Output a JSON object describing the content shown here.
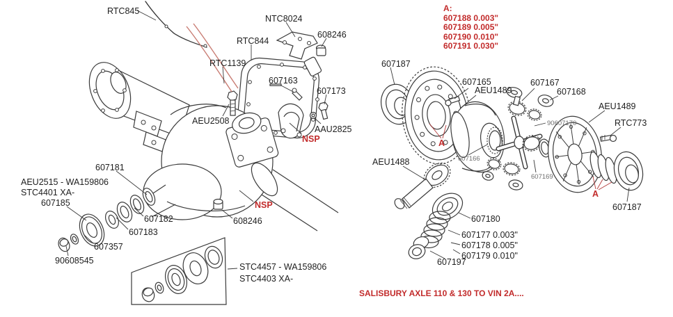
{
  "diagram_title": "Salisbury axle exploded parts diagram",
  "colors": {
    "ink": "#1e1e1e",
    "part_red": "#c22b2b",
    "leader_red": "#c87b72",
    "highlight_green": "#8fcb8f",
    "line": "#3a3a3a",
    "small_gray": "#6e6e6e",
    "background": "#ffffff"
  },
  "shim_chart_a": {
    "heading": "A:",
    "rows": [
      "607188 0.003\"",
      "607189 0.005\"",
      "607190 0.010\"",
      "607191 0.030\""
    ]
  },
  "footer": {
    "caption": "SALISBURY AXLE 110 & 130 TO VIN 2A...."
  },
  "labels": {
    "rtc845": "RTC845",
    "ntc8024": "NTC8024",
    "p608246_top": "608246",
    "rtc844": "RTC844",
    "rtc1139": "RTC1139",
    "p607163": "607163",
    "p607173": "607173",
    "aau2825": "AAU2825",
    "nsp_cover": "NSP",
    "aeu2508": "AEU2508",
    "p607181": "607181",
    "aeu2515": "AEU2515 - WA159806",
    "stc4401": "STC4401 XA-",
    "p607185": "607185",
    "p607182": "607182",
    "p607183": "607183",
    "p607357": "607357",
    "p90608545": "90608545",
    "p608246_bottom": "608246",
    "nsp_housing": "NSP",
    "stc4457": "STC4457 - WA159806",
    "stc4403": "STC4403 XA-",
    "p607187_left": "607187",
    "p607165": "607165",
    "aeu1489_case": "AEU1489",
    "p607167": "607167",
    "p607168": "607168",
    "aeu1489_cover": "AEU1489",
    "rtc773": "RTC773",
    "p90607170": "90607170",
    "aeu1488": "AEU1488",
    "p607166": "607166",
    "p607169": "607169",
    "a_ring": "A",
    "a_shims": "A",
    "p607187_right": "607187",
    "p607180": "607180",
    "p607177": "607177 0.003\"",
    "p607178": "607178 0.005\"",
    "p607179": "607179 0.010\"",
    "p607197": "607197"
  }
}
